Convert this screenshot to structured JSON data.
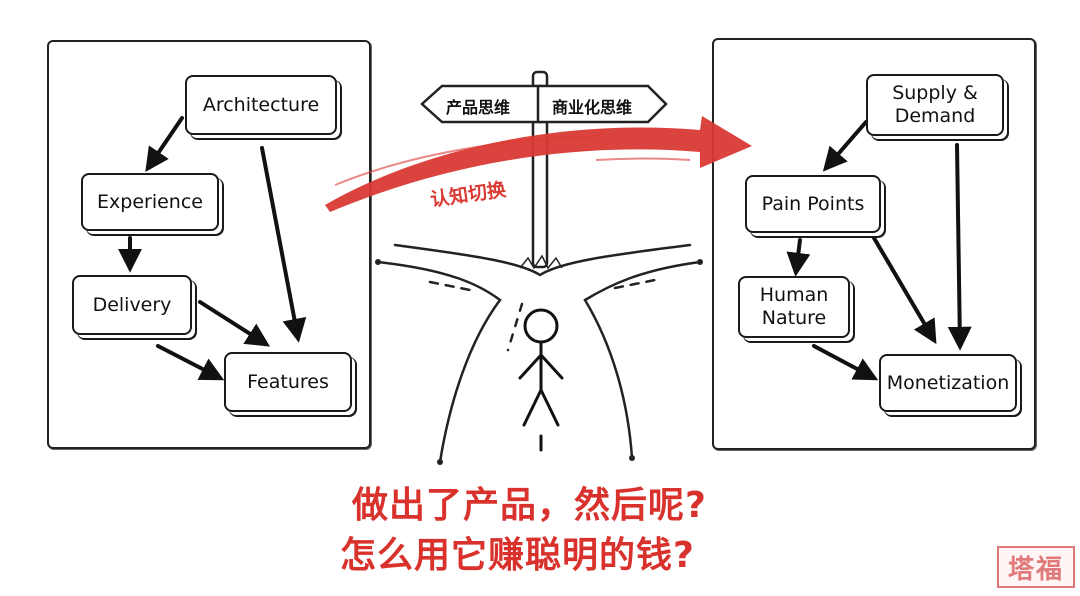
{
  "left_panel": {
    "nodes": {
      "architecture": "Architecture",
      "experience": "Experience",
      "delivery": "Delivery",
      "features": "Features"
    }
  },
  "right_panel": {
    "nodes": {
      "supply_demand_line1": "Supply &",
      "supply_demand_line2": "Demand",
      "pain_points": "Pain Points",
      "human_nature_line1": "Human",
      "human_nature_line2": "Nature",
      "monetization": "Monetization"
    }
  },
  "signpost": {
    "left_sign": "产品思维",
    "right_sign": "商业化思维"
  },
  "transition_label": "认知切换",
  "caption": {
    "line1": "做出了产品，然后呢?",
    "line2": "怎么用它赚聪明的钱?"
  },
  "watermark": "塔福",
  "colors": {
    "accent_red": "#d93a34",
    "ink": "#1a1a1a"
  }
}
